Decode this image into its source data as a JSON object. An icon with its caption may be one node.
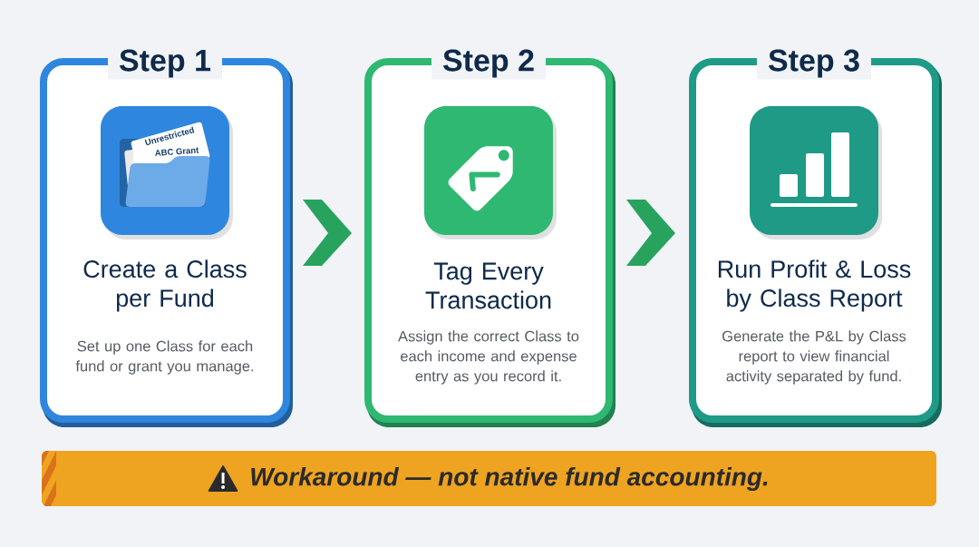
{
  "diagram": {
    "nodes": [
      {
        "text": [
          "Step 1",
          "Create a Class per Fund",
          "Set up one Class for each fund or grant you manage."
        ]
      },
      {
        "text": [
          "Step 2",
          "Tag Every Transaction",
          "Assign the correct Class to each income and expense entry as you record it."
        ]
      },
      {
        "text": [
          "Step 3",
          "Run Profit & Loss by Class Report",
          "Generate the P&L by Class report to view financial activity separated by fund."
        ]
      },
      {
        "text": [
          "Workaround — not native fund accounting."
        ]
      }
    ],
    "edges": [
      {
        "from": 0,
        "to": 1,
        "arrow": "to"
      },
      {
        "from": 1,
        "to": 2,
        "arrow": "to"
      }
    ],
    "labels": [
      "Unrestricted",
      "ABC Grant"
    ]
  }
}
